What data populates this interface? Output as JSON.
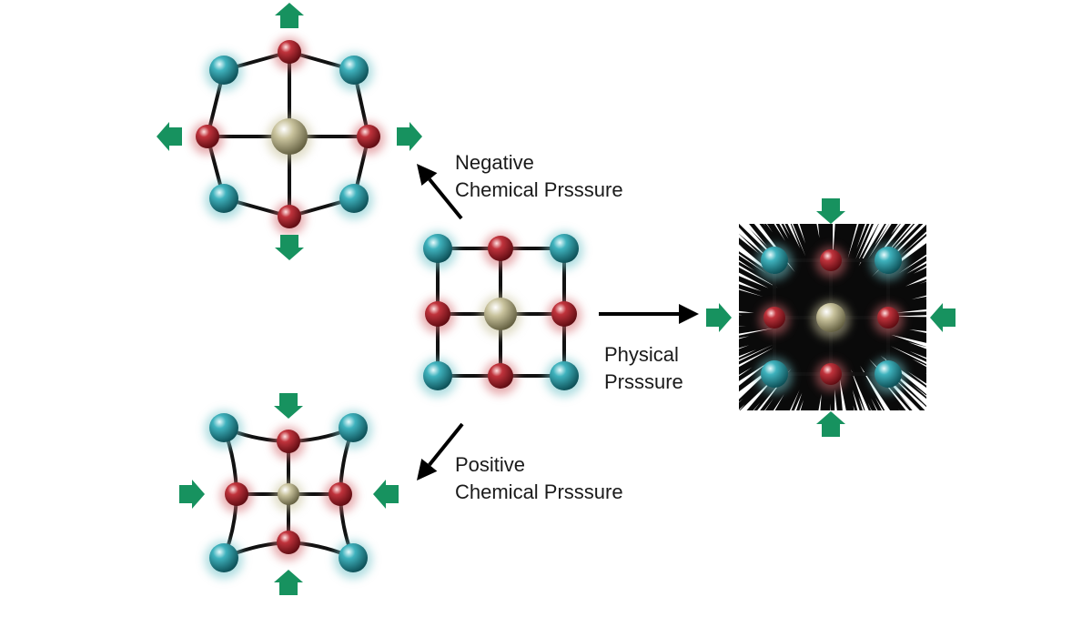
{
  "labels": {
    "negative": {
      "line1": "Negative",
      "line2": "Chemical Prsssure"
    },
    "physical": {
      "line1": "Physical",
      "line2": "Prsssure"
    },
    "positive": {
      "line1": "Positive",
      "line2": "Chemical Prsssure"
    }
  },
  "colors": {
    "corner_atom": "#1a7f87",
    "edge_atom": "#9c1a22",
    "center_atom": "#a8a27e",
    "bond": "#111111",
    "pressure_arrow": "#17925f",
    "arrow": "#000000"
  }
}
